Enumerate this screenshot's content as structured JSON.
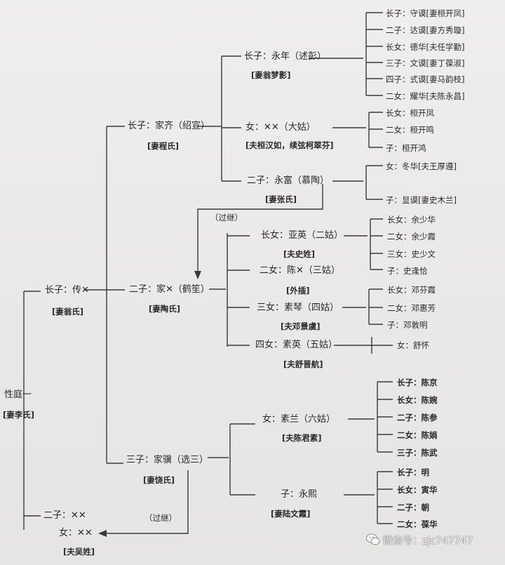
{
  "root": {
    "name": "性庭一",
    "spouse": "[妻李氏]"
  },
  "son1": {
    "name": "长子：传✕",
    "spouse": "[妻翁氏]"
  },
  "jiaqi": {
    "name": "长子：家齐（绍宣）",
    "spouse": "[妻程氏]"
  },
  "yongnian": {
    "name": "长子：永年（述彭）",
    "spouse": "[妻翁梦影]"
  },
  "yongnian_children": [
    "长子：守谟[妻桓开凤]",
    "二子：达谟[妻方秀璇]",
    "长女：德华[夫任学勤]",
    "三子：文谟[妻丁葆淑]",
    "四子：式谟[妻马韵枝]",
    "二女：耀华[夫陈永昌]"
  ],
  "dagu": {
    "name": "女：✕✕（大姑）",
    "spouse": "[夫桓汉如，续弦柯翠芬]"
  },
  "dagu_children": [
    "长女：桓开凤",
    "二女：桓开鸣",
    "子：桓开鸿"
  ],
  "yongfu": {
    "name": "二子：永富（慕陶）",
    "spouse": "[妻张氏]"
  },
  "yongfu_children": [
    "女：冬华[夫王厚遵]",
    "子：显谟[妻史木兰]"
  ],
  "adopt1": "（过继）",
  "jiax": {
    "name": "二子：家✕（鹤笙）",
    "spouse": "[妻陶氏]"
  },
  "erga": {
    "name": "长女：亚英（二姑）",
    "spouse": "[夫史姓]"
  },
  "erga_children": [
    "长女：余少华",
    "二女：余少霞",
    "三女：史少文",
    "子：史逢恰"
  ],
  "sangu": {
    "name": "二女：陈✕（三姑）",
    "spouse": "[外插]"
  },
  "sigu": {
    "name": "三女：素琴（四姑）",
    "spouse": "[夫邓景虞]"
  },
  "sigu_children": [
    "长女：邓芬霞",
    "二女：邓惠芳",
    "子：邓敦明"
  ],
  "wugu": {
    "name": "四女：素英（五姑）",
    "spouse": "[夫舒晋航]"
  },
  "wugu_children": [
    "女：舒怀"
  ],
  "jiaji": {
    "name": "三子：家骥（选三）",
    "spouse": "[妻饶氏]"
  },
  "liugu": {
    "name": "女：素兰（六姑）",
    "spouse": "[夫陈君素]"
  },
  "liugu_children": [
    "长子：陈京",
    "长女：陈婉",
    "二子：陈参",
    "二女：陈娟",
    "三子：陈武"
  ],
  "yongxi": {
    "name": "子：永熙",
    "spouse": "[妻陆文霞]"
  },
  "yongxi_children": [
    "长子：明",
    "长女：寅华",
    "二子：朝",
    "二女：葆华"
  ],
  "son2": {
    "name": "二子：✕✕"
  },
  "adopt2": "（过继）",
  "daughter": {
    "name": "女：✕✕",
    "spouse": "[夫吴姓]"
  },
  "watermark": "微信号：zjc747747"
}
